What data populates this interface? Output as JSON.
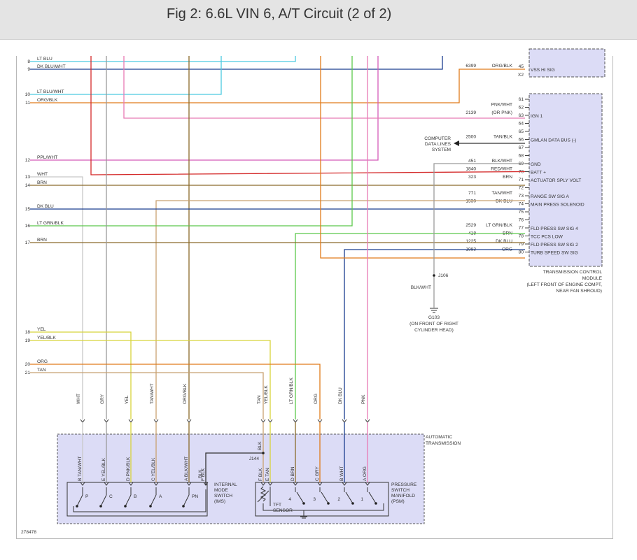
{
  "title": "Fig 2: 6.6L VIN 6, A/T Circuit (2 of 2)",
  "figure_id": "278478",
  "colors": {
    "LT_BLU": "#4cc9e0",
    "DK_BLU": "#1a3d8f",
    "ORG": "#e07b1a",
    "PPL": "#d45ab8",
    "PNK": "#e87ab4",
    "RED": "#d42a2a",
    "WHT": "#c8c8c8",
    "BRN": "#8a6a2a",
    "TAN": "#c8a070",
    "LT_GRN": "#5ac84a",
    "YEL": "#d8d43a",
    "GRY": "#9a9a9a",
    "BLK": "#333333",
    "module_fill": "#dcdcf6"
  },
  "left_pins": [
    {
      "num": "8",
      "label": "LT BLU"
    },
    {
      "num": "9",
      "label": "DK BLU/WHT"
    },
    {
      "num": "10",
      "label": "LT BLU/WHT"
    },
    {
      "num": "11",
      "label": "ORG/BLK"
    },
    {
      "num": "12",
      "label": "PPL/WHT"
    },
    {
      "num": "13",
      "label": "WHT"
    },
    {
      "num": "14",
      "label": "BRN"
    },
    {
      "num": "15",
      "label": "DK BLU"
    },
    {
      "num": "16",
      "label": "LT GRN/BLK"
    },
    {
      "num": "17",
      "label": "BRN"
    },
    {
      "num": "18",
      "label": "YEL"
    },
    {
      "num": "19",
      "label": "YEL/BLK"
    },
    {
      "num": "20",
      "label": "ORG"
    },
    {
      "num": "21",
      "label": "TAN"
    }
  ],
  "vss": {
    "circuit": "6399",
    "color": "ORG/BLK",
    "pin": "45",
    "pin2": "X2",
    "signal": "VSS HI SIG"
  },
  "tcm_pins": [
    {
      "pin": "61",
      "circuit": "",
      "color": "",
      "signal": ""
    },
    {
      "pin": "62",
      "circuit": "",
      "color": "PNK/WHT",
      "signal": ""
    },
    {
      "pin": "63",
      "circuit": "2139",
      "color": "(OR PNK)",
      "signal": "IGN 1"
    },
    {
      "pin": "64",
      "circuit": "",
      "color": "",
      "signal": ""
    },
    {
      "pin": "65",
      "circuit": "",
      "color": "",
      "signal": ""
    },
    {
      "pin": "66",
      "circuit": "2500",
      "color": "TAN/BLK",
      "signal": "GMLAN DATA BUS (-)"
    },
    {
      "pin": "67",
      "circuit": "",
      "color": "",
      "signal": ""
    },
    {
      "pin": "68",
      "circuit": "",
      "color": "",
      "signal": ""
    },
    {
      "pin": "69",
      "circuit": "451",
      "color": "BLK/WHT",
      "signal": "GND"
    },
    {
      "pin": "70",
      "circuit": "1840",
      "color": "RED/WHT",
      "signal": "BATT +"
    },
    {
      "pin": "71",
      "circuit": "323",
      "color": "BRN",
      "signal": "ACTUATOR SPLY VOLT"
    },
    {
      "pin": "72",
      "circuit": "",
      "color": "",
      "signal": ""
    },
    {
      "pin": "73",
      "circuit": "771",
      "color": "TAN/WHT",
      "signal": "RANGE SW SIG A"
    },
    {
      "pin": "74",
      "circuit": "1530",
      "color": "DK BLU",
      "signal": "MAIN PRESS SOLENOID"
    },
    {
      "pin": "75",
      "circuit": "",
      "color": "",
      "signal": ""
    },
    {
      "pin": "76",
      "circuit": "",
      "color": "",
      "signal": ""
    },
    {
      "pin": "77",
      "circuit": "2529",
      "color": "LT GRN/BLK",
      "signal": "FLD PRESS SW SIG 4"
    },
    {
      "pin": "78",
      "circuit": "418",
      "color": "BRN",
      "signal": "TCC PCS LOW"
    },
    {
      "pin": "79",
      "circuit": "1225",
      "color": "DK BLU",
      "signal": "FLD PRESS SW SIG 2"
    },
    {
      "pin": "80",
      "circuit": "1983",
      "color": "ORG",
      "signal": "TURB SPEED SW SIG"
    }
  ],
  "computer_data_lines": [
    "COMPUTER",
    "DATA LINES",
    "SYSTEM"
  ],
  "tcm_label": [
    "TRANSMISSION CONTROL",
    "MODULE",
    "(LEFT FRONT OF ENGINE COMPT,",
    "NEAR FAN SHROUD)"
  ],
  "splice_j106": "J106",
  "ground_wire": "BLK/WHT",
  "ground_g103": [
    "G103",
    "(ON FRONT OF RIGHT",
    "CYLINDER HEAD)"
  ],
  "vertical_labels": [
    "WHT",
    "GRY",
    "YEL",
    "TAN/WHT",
    "ORG/BLK",
    "TAN",
    "YEL/BLK",
    "LT GRN/BLK",
    "ORG",
    "DK BLU",
    "PNK"
  ],
  "automatic_transmission": [
    "AUTOMATIC",
    "TRANSMISSION"
  ],
  "ims_pins": [
    {
      "letter": "B",
      "color": "TAN/WHT"
    },
    {
      "letter": "E",
      "color": "YEL/BLK"
    },
    {
      "letter": "D",
      "color": "PNK/BLK"
    },
    {
      "letter": "C",
      "color": "YEL/BLK"
    },
    {
      "letter": "A",
      "color": "BLK/WHT"
    },
    {
      "letter": "F",
      "color": "BLK"
    }
  ],
  "ims_switches": [
    "P",
    "C",
    "B",
    "A",
    "PN"
  ],
  "ims_label": [
    "INTERNAL",
    "MODE",
    "SWITCH",
    "(IMS)"
  ],
  "splice_j144": "J144",
  "j144_wire": "BLK",
  "psm_pins": [
    {
      "letter": "F",
      "color": "BLK"
    },
    {
      "letter": "E",
      "color": "TAN"
    },
    {
      "letter": "D",
      "color": "BRN"
    },
    {
      "letter": "C",
      "color": "GRY"
    },
    {
      "letter": "B",
      "color": "WHT"
    },
    {
      "letter": "A",
      "color": "ORG"
    }
  ],
  "psm_switches": [
    "4",
    "3",
    "2",
    "1"
  ],
  "psm_label": [
    "PRESSURE",
    "SWITCH",
    "MANIFOLD",
    "(PSM)"
  ],
  "tft_label": [
    "TFT",
    "SENSOR"
  ]
}
